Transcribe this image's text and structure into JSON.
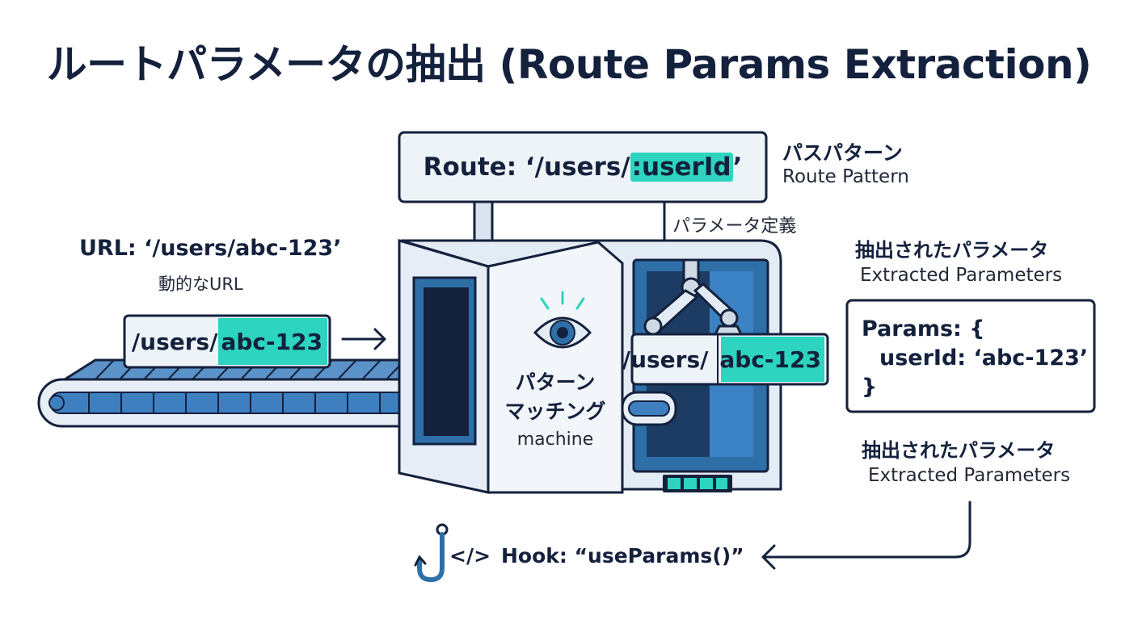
{
  "title": "ルートパラメータの抽出 (Route Params Extraction)",
  "route": {
    "prefix": "Route: ‘/users/",
    "param": ":userId",
    "suffix": "’",
    "label_ja": "パスパターン",
    "label_en": "Route Pattern",
    "definition_label": "パラメータ定義"
  },
  "url": {
    "heading": "URL: ‘/users/abc-123’",
    "label_ja": "動的なURL",
    "card_prefix": "/users/",
    "card_param": "abc-123"
  },
  "machine": {
    "line1": "パターン",
    "line2": "マッチング",
    "line3": "machine",
    "inner_prefix": "/users/",
    "inner_param": "abc-123"
  },
  "extracted": {
    "label_ja": "抽出されたパラメータ",
    "label_en": "Extracted Parameters",
    "params_line1": "Params: {",
    "params_line2": "userId: ‘abc-123’",
    "params_line3": "}",
    "lower_label_ja": "抽出されたパラメータ",
    "lower_label_en": "Extracted Parameters"
  },
  "hook": {
    "label": "Hook: “useParams()”",
    "code_symbol": "</>"
  },
  "colors": {
    "navy": "#14213d",
    "steel_blue": "#2f6fa8",
    "light_panel": "#e7eef6",
    "teal": "#2dd4bf"
  }
}
